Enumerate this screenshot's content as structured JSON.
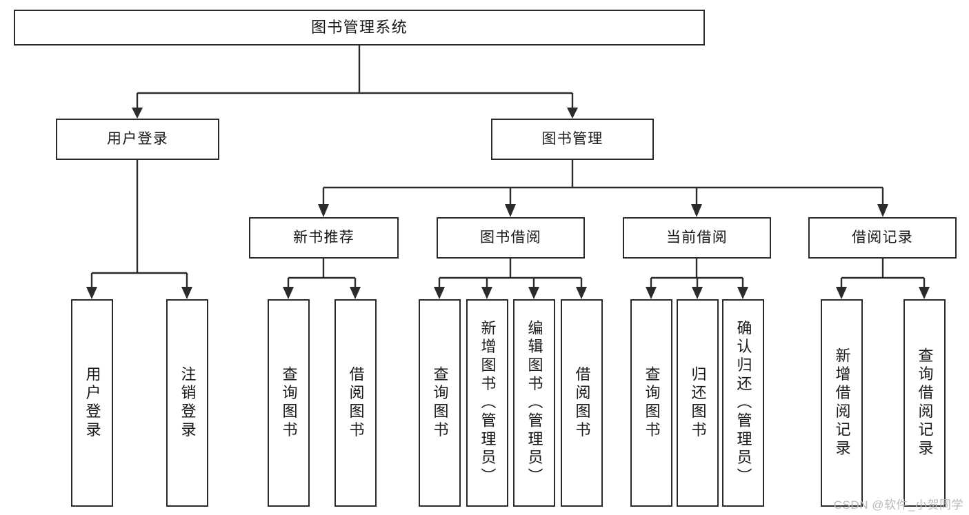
{
  "diagram": {
    "title": "图书管理系统",
    "watermark": "CSDN @软件_小贺同学",
    "root": {
      "id": "root",
      "label": "图书管理系统"
    },
    "level1": [
      {
        "id": "user-login",
        "label": "用户登录"
      },
      {
        "id": "book-manage",
        "label": "图书管理"
      }
    ],
    "level2": [
      {
        "id": "new-book-recommend",
        "label": "新书推荐"
      },
      {
        "id": "book-borrow",
        "label": "图书借阅"
      },
      {
        "id": "current-borrow",
        "label": "当前借阅"
      },
      {
        "id": "borrow-record",
        "label": "借阅记录"
      }
    ],
    "leaves": {
      "user_login": [
        {
          "id": "leaf-user-login",
          "label": "用户登录"
        },
        {
          "id": "leaf-logout-login",
          "label": "注销登录"
        }
      ],
      "new_book_recommend": [
        {
          "id": "leaf-query-book-1",
          "label": "查询图书"
        },
        {
          "id": "leaf-borrow-book-1",
          "label": "借阅图书"
        }
      ],
      "book_borrow": [
        {
          "id": "leaf-query-book-2",
          "label": "查询图书"
        },
        {
          "id": "leaf-add-book",
          "label": "新增图书（管理员）"
        },
        {
          "id": "leaf-edit-book",
          "label": "编辑图书（管理员）"
        },
        {
          "id": "leaf-borrow-book-2",
          "label": "借阅图书"
        }
      ],
      "current_borrow": [
        {
          "id": "leaf-query-book-3",
          "label": "查询图书"
        },
        {
          "id": "leaf-return-book",
          "label": "归还图书"
        },
        {
          "id": "leaf-confirm-return",
          "label": "确认归还（管理员）"
        }
      ],
      "borrow_record": [
        {
          "id": "leaf-add-record",
          "label": "新增借阅记录"
        },
        {
          "id": "leaf-query-record",
          "label": "查询借阅记录"
        }
      ]
    },
    "colors": {
      "stroke": "#2b2b2b",
      "fill": "#ffffff",
      "text": "#1a1a1a",
      "watermark": "#b9b9b9"
    }
  }
}
